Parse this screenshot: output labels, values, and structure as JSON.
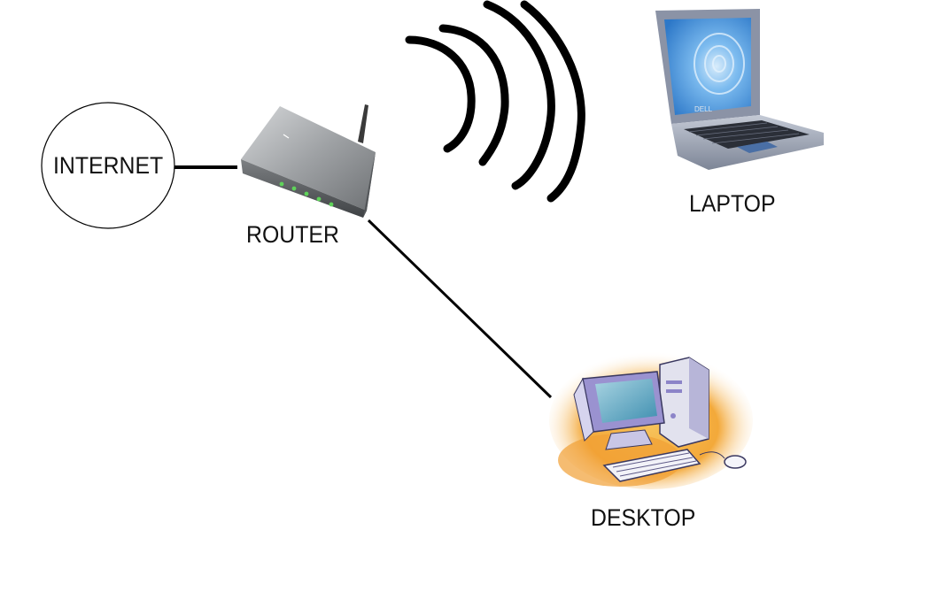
{
  "nodes": {
    "internet": {
      "label": "INTERNET",
      "icon": "cloud-circle-icon"
    },
    "router": {
      "label": "ROUTER",
      "icon": "router-icon"
    },
    "laptop": {
      "label": "LAPTOP",
      "icon": "laptop-icon"
    },
    "desktop": {
      "label": "DESKTOP",
      "icon": "desktop-computer-icon"
    }
  },
  "connections": [
    {
      "from": "internet",
      "to": "router",
      "kind": "wired"
    },
    {
      "from": "router",
      "to": "laptop",
      "kind": "wireless"
    },
    {
      "from": "router",
      "to": "desktop",
      "kind": "wired"
    }
  ],
  "colors": {
    "line": "#000000",
    "router_body": "#8a8d90",
    "laptop_body": "#9aa3b4",
    "laptop_screen": "#3f8fd9",
    "desktop_case": "#dcdcea",
    "desktop_accent": "#8c84c8",
    "desktop_screen": "#5fa8c6",
    "desktop_backdrop": "#f4b23f"
  }
}
